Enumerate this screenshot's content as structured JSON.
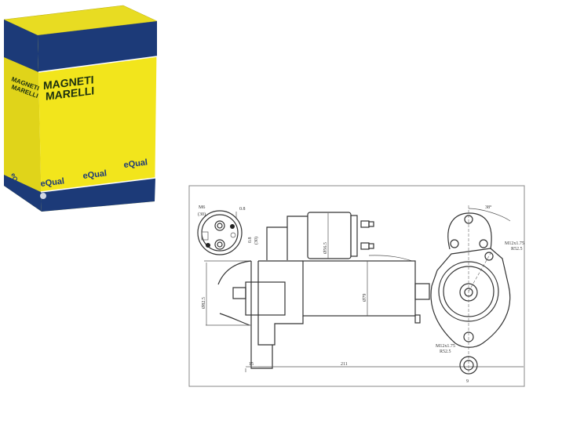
{
  "product_box": {
    "brand": "MAGNETI MARELLI",
    "brand_line1": "MAGNETI",
    "brand_line2": "MARELLI",
    "sub_brand": "eQual",
    "colors": {
      "yellow": "#f2e51c",
      "blue": "#1c3a78"
    }
  },
  "technical_drawing": {
    "dimensions": {
      "thread_top": "M6",
      "d30": "(30)",
      "d0_8": "0.8",
      "d0_8b": "0.8",
      "d30b": "(30)",
      "solenoid_dia": "Ø56.5",
      "flange_dia": "Ø82.5",
      "body_dia": "Ø79",
      "offset": "15",
      "length": "211",
      "angle": "38°",
      "bolt_top": "M12x1.75",
      "bolt_top_pcd": "R52.5",
      "bolt_bottom": "M12x1.75",
      "bolt_bottom_pcd": "R52.5",
      "teeth": "9"
    }
  }
}
